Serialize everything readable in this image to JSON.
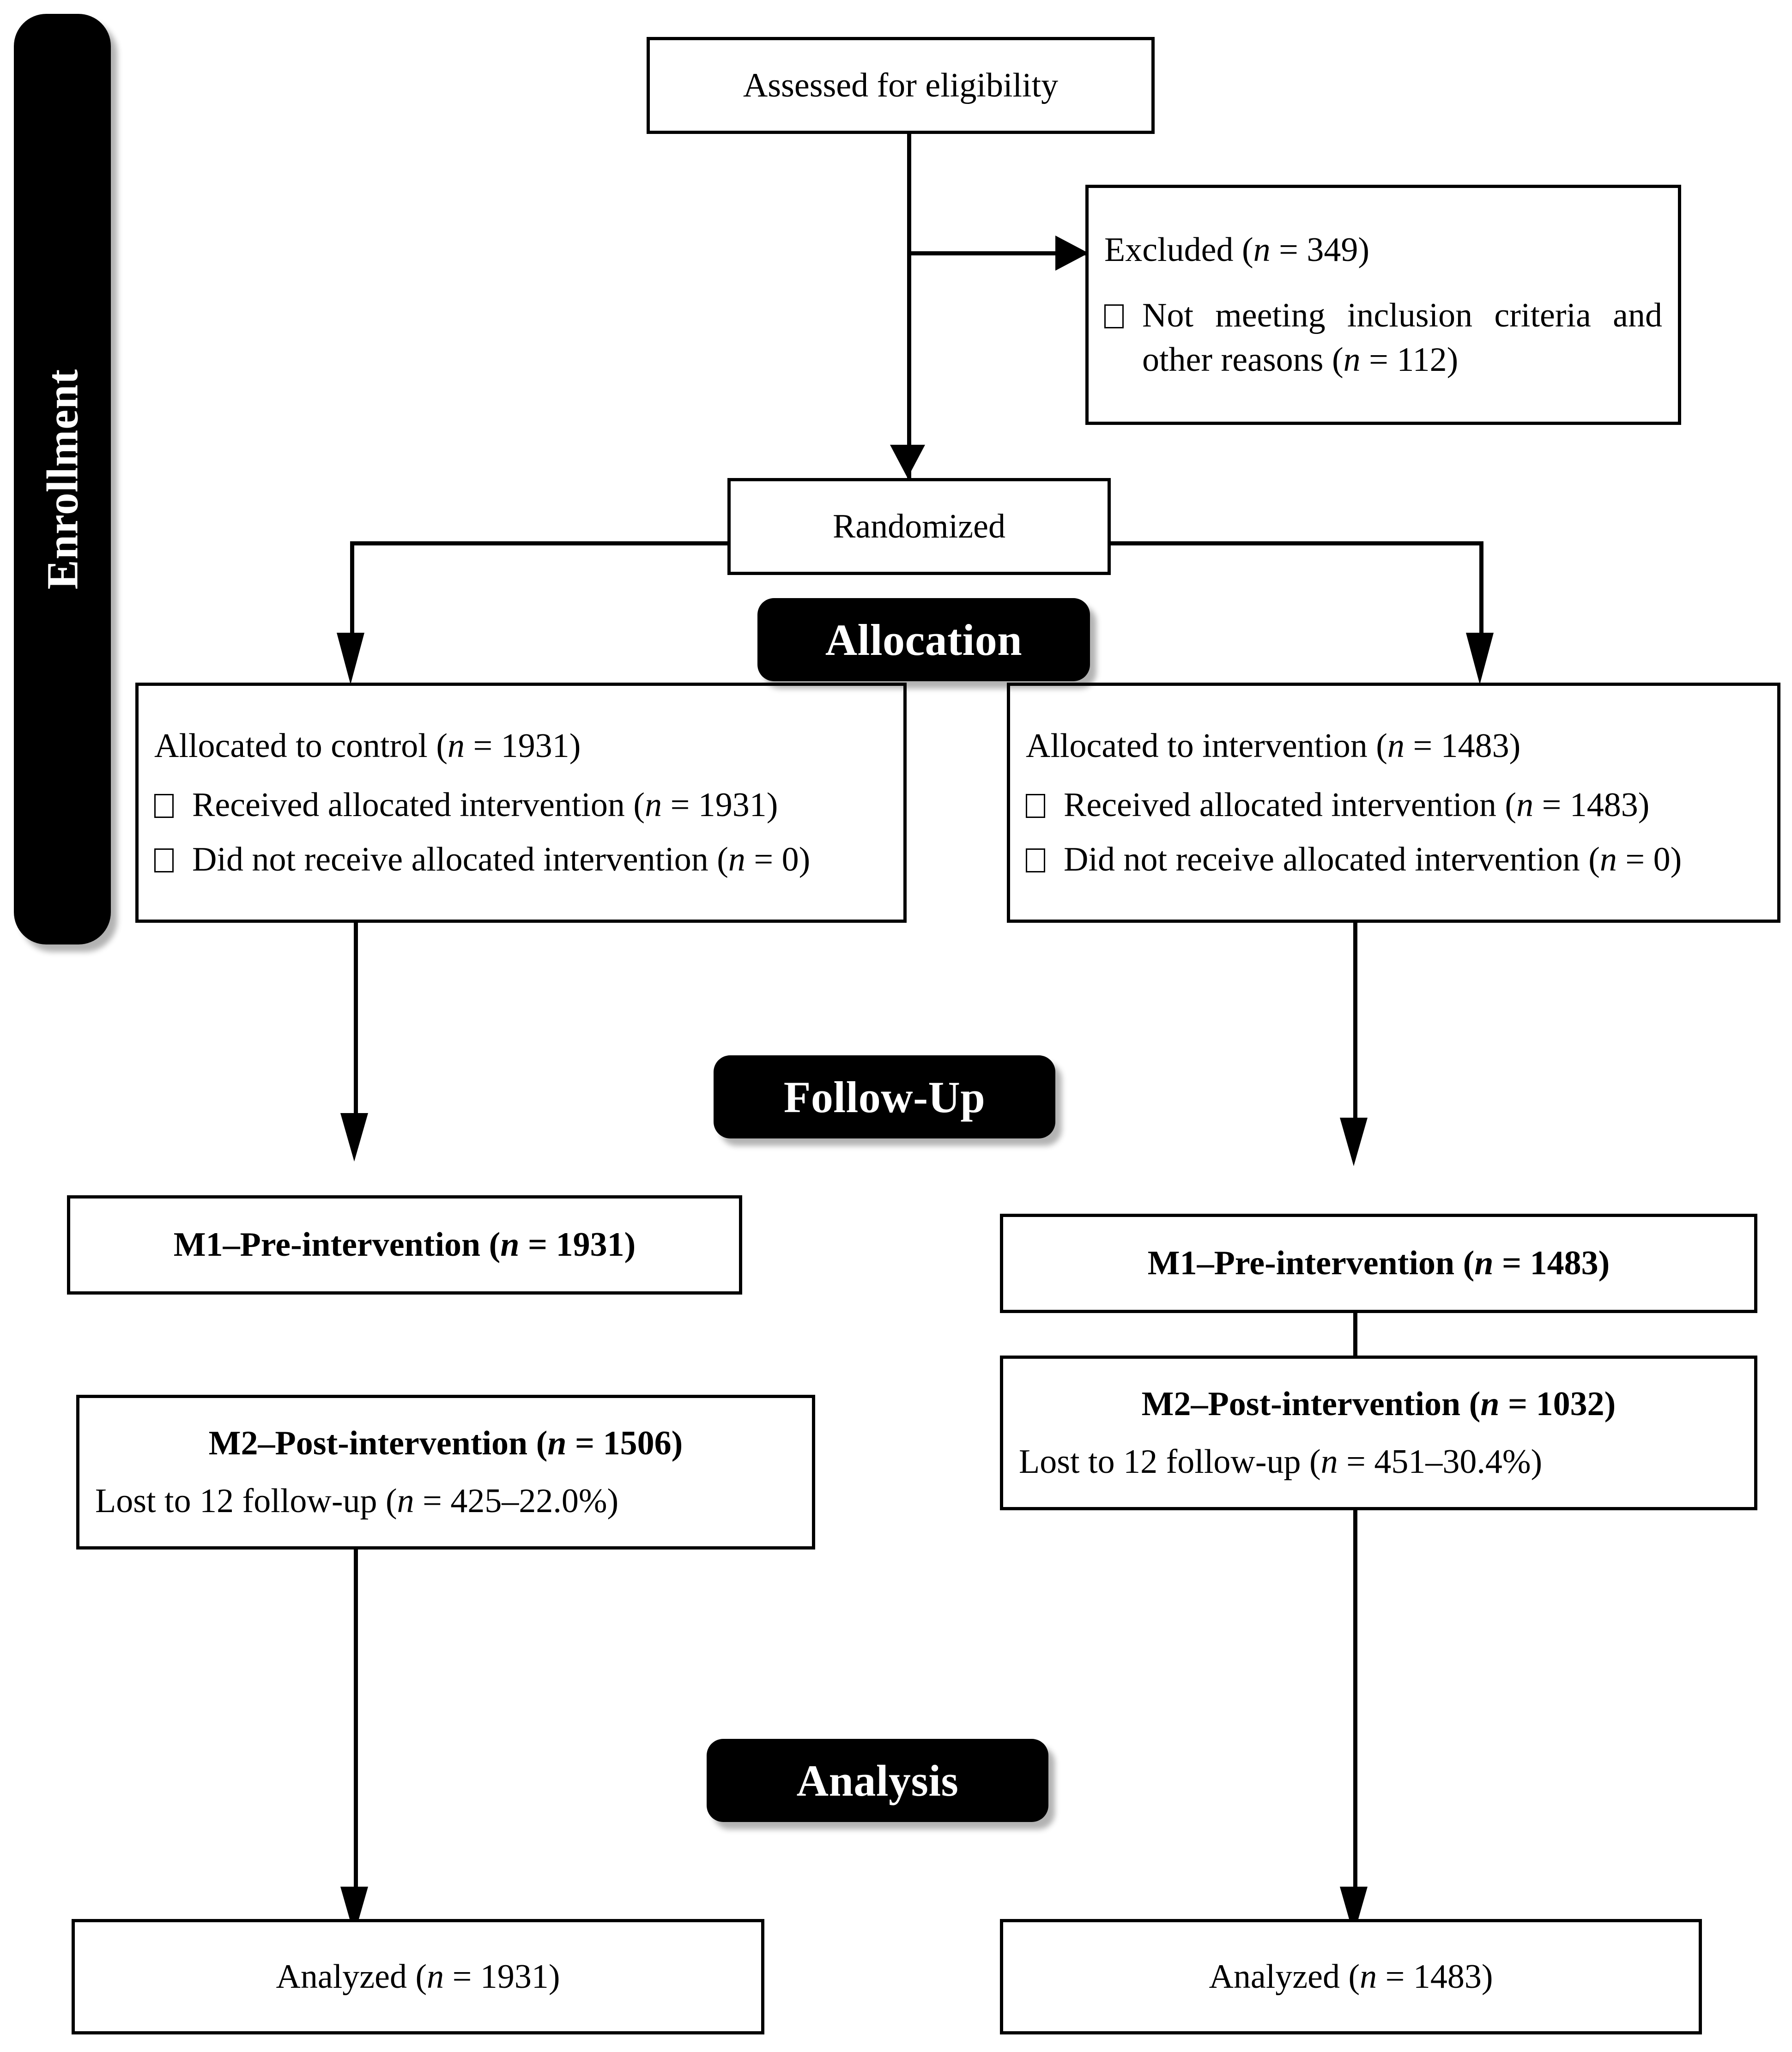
{
  "diagram": {
    "type": "consort-flow-diagram",
    "stages": [
      {
        "id": "enrollment",
        "label": "Enrollment",
        "orientation": "vertical-sidebar"
      },
      {
        "id": "allocation",
        "label": "Allocation",
        "orientation": "horizontal-banner"
      },
      {
        "id": "follow-up",
        "label": "Follow-Up",
        "orientation": "horizontal-banner"
      },
      {
        "id": "analysis",
        "label": "Analysis",
        "orientation": "horizontal-banner"
      }
    ],
    "colors": {
      "stage_background": "#000000",
      "stage_text": "#ffffff",
      "box_border": "#000000",
      "box_background": "#ffffff",
      "connector": "#000000"
    }
  },
  "enrollment": {
    "eligibility_box": {
      "text": "Assessed for eligibility"
    },
    "excluded_box": {
      "heading": "Excluded (",
      "heading_n_italic": "n",
      "heading_n_value": " = 349)",
      "bullets": [
        {
          "text_before_n": "Not meeting inclusion criteria and other reasons (",
          "n_italic": "n",
          "n_value": " = 112)"
        }
      ]
    },
    "randomized_box": {
      "text": "Randomized"
    }
  },
  "allocation": {
    "control": {
      "heading_before_n": "Allocated to control (",
      "heading_n_italic": "n",
      "heading_n_value": " = 1931)",
      "bullets": [
        {
          "text_before_n": "Received allocated intervention (",
          "n_italic": "n",
          "n_value": " = 1931)"
        },
        {
          "text_before_n": "Did not receive allocated intervention (",
          "n_italic": "n",
          "n_value": " = 0)"
        }
      ]
    },
    "intervention": {
      "heading_before_n": "Allocated to intervention (",
      "heading_n_italic": "n",
      "heading_n_value": " = 1483)",
      "bullets": [
        {
          "text_before_n": "Received allocated intervention (",
          "n_italic": "n",
          "n_value": " = 1483)"
        },
        {
          "text_before_n": "Did not receive allocated intervention (",
          "n_italic": "n",
          "n_value": " = 0)"
        }
      ]
    }
  },
  "follow_up": {
    "control": {
      "m1": {
        "label_before_n": "M1–Pre-intervention (",
        "n_italic": "n",
        "n_value": " = 1931)"
      },
      "m2": {
        "label_before_n": "M2–Post-intervention (",
        "n_italic": "n",
        "n_value": " = 1506)"
      },
      "lost": {
        "label_before_n": "Lost to 12 follow-up (",
        "n_italic": "n",
        "n_value": " = 425–22.0%)"
      }
    },
    "intervention": {
      "m1": {
        "label_before_n": "M1–Pre-intervention (",
        "n_italic": "n",
        "n_value": " = 1483)"
      },
      "m2": {
        "label_before_n": "M2–Post-intervention (",
        "n_italic": "n",
        "n_value": " = 1032)"
      },
      "lost": {
        "label_before_n": "Lost to 12 follow-up (",
        "n_italic": "n",
        "n_value": " = 451–30.4%)"
      }
    }
  },
  "analysis": {
    "control": {
      "label_before_n": "Analyzed (",
      "n_italic": "n",
      "n_value": " = 1931)"
    },
    "intervention": {
      "label_before_n": "Analyzed (",
      "n_italic": "n",
      "n_value": " = 1483)"
    }
  },
  "chart_data": {
    "type": "table",
    "title": "CONSORT participant flow",
    "nodes": [
      {
        "stage": "Enrollment",
        "node": "Assessed for eligibility",
        "n": null
      },
      {
        "stage": "Enrollment",
        "node": "Excluded",
        "n": 349
      },
      {
        "stage": "Enrollment",
        "node": "Not meeting inclusion criteria and other reasons",
        "n": 112
      },
      {
        "stage": "Enrollment",
        "node": "Randomized",
        "n": null
      },
      {
        "stage": "Allocation",
        "arm": "control",
        "node": "Allocated to control",
        "n": 1931
      },
      {
        "stage": "Allocation",
        "arm": "control",
        "node": "Received allocated intervention",
        "n": 1931
      },
      {
        "stage": "Allocation",
        "arm": "control",
        "node": "Did not receive allocated intervention",
        "n": 0
      },
      {
        "stage": "Allocation",
        "arm": "intervention",
        "node": "Allocated to intervention",
        "n": 1483
      },
      {
        "stage": "Allocation",
        "arm": "intervention",
        "node": "Received allocated intervention",
        "n": 1483
      },
      {
        "stage": "Allocation",
        "arm": "intervention",
        "node": "Did not receive allocated intervention",
        "n": 0
      },
      {
        "stage": "Follow-Up",
        "arm": "control",
        "node": "M1-Pre-intervention",
        "n": 1931
      },
      {
        "stage": "Follow-Up",
        "arm": "control",
        "node": "M2-Post-intervention",
        "n": 1506
      },
      {
        "stage": "Follow-Up",
        "arm": "control",
        "node": "Lost to 12 follow-up",
        "n": 425,
        "percent": 22.0
      },
      {
        "stage": "Follow-Up",
        "arm": "intervention",
        "node": "M1-Pre-intervention",
        "n": 1483
      },
      {
        "stage": "Follow-Up",
        "arm": "intervention",
        "node": "M2-Post-intervention",
        "n": 1032
      },
      {
        "stage": "Follow-Up",
        "arm": "intervention",
        "node": "Lost to 12 follow-up",
        "n": 451,
        "percent": 30.4
      },
      {
        "stage": "Analysis",
        "arm": "control",
        "node": "Analyzed",
        "n": 1931
      },
      {
        "stage": "Analysis",
        "arm": "intervention",
        "node": "Analyzed",
        "n": 1483
      }
    ]
  }
}
